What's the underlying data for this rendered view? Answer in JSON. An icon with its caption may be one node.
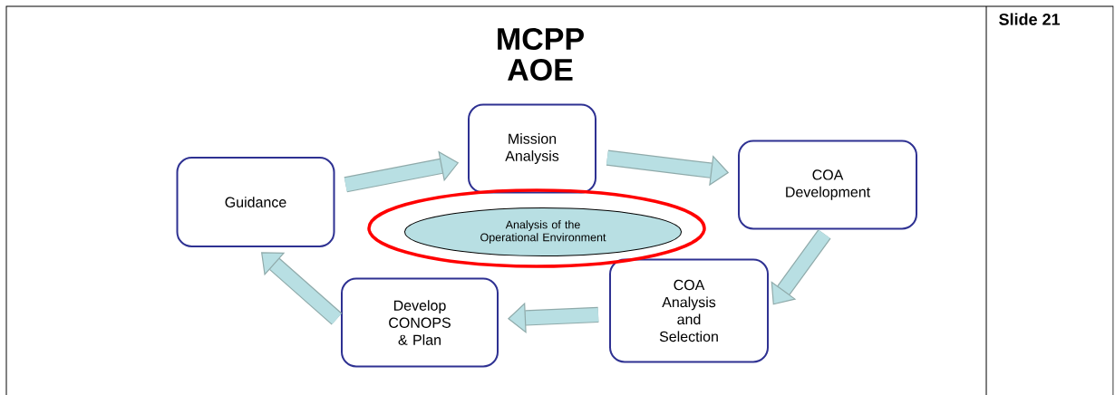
{
  "diagram": {
    "title": "MCPP AOE",
    "nodes": [
      {
        "text": [
          "Mission Analysis"
        ]
      },
      {
        "text": [
          "COA Development"
        ]
      },
      {
        "text": [
          "COA Analysis and Selection"
        ]
      },
      {
        "text": [
          "Develop CONOPS & Plan"
        ]
      },
      {
        "text": [
          "Guidance"
        ]
      },
      {
        "text": [],
        "shape": "ellipse"
      },
      {
        "text": [
          "Analysis of the Operational Environment"
        ],
        "in": 5
      }
    ],
    "edges": [
      {
        "from": 4,
        "to": 0,
        "arrow": "to"
      },
      {
        "from": 0,
        "to": 1,
        "arrow": "to"
      },
      {
        "from": 1,
        "to": 2,
        "arrow": "to"
      },
      {
        "from": 2,
        "to": 3,
        "arrow": "to"
      },
      {
        "from": 3,
        "to": 4,
        "arrow": "to"
      }
    ],
    "labels": [
      "Slide 21"
    ]
  }
}
